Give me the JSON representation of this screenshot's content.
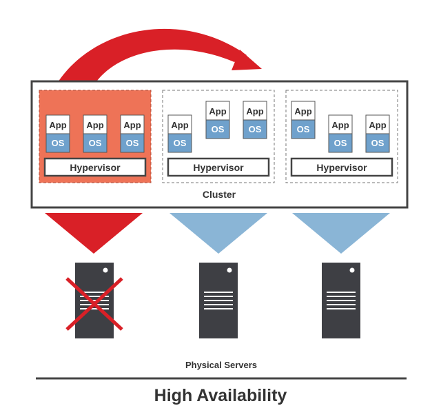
{
  "colors": {
    "failed_fill": "#ee7357",
    "migration_arrow": "#d92027",
    "healthy_triangle": "#8ab5d6",
    "os_block": "#6fa1cc",
    "server_body": "#3e3f44",
    "frame": "#444444"
  },
  "labels": {
    "app": "App",
    "os": "OS",
    "hypervisor": "Hypervisor",
    "cluster": "Cluster",
    "physical_servers": "Physical Servers",
    "title": "High Availability"
  },
  "hosts": [
    {
      "state": "failed",
      "vms": 3
    },
    {
      "state": "healthy",
      "vms": 3
    },
    {
      "state": "healthy",
      "vms": 3
    }
  ],
  "icons": {
    "migration": "curved-arrow-icon",
    "failure": "red-x-icon",
    "server": "server-tower-icon"
  }
}
